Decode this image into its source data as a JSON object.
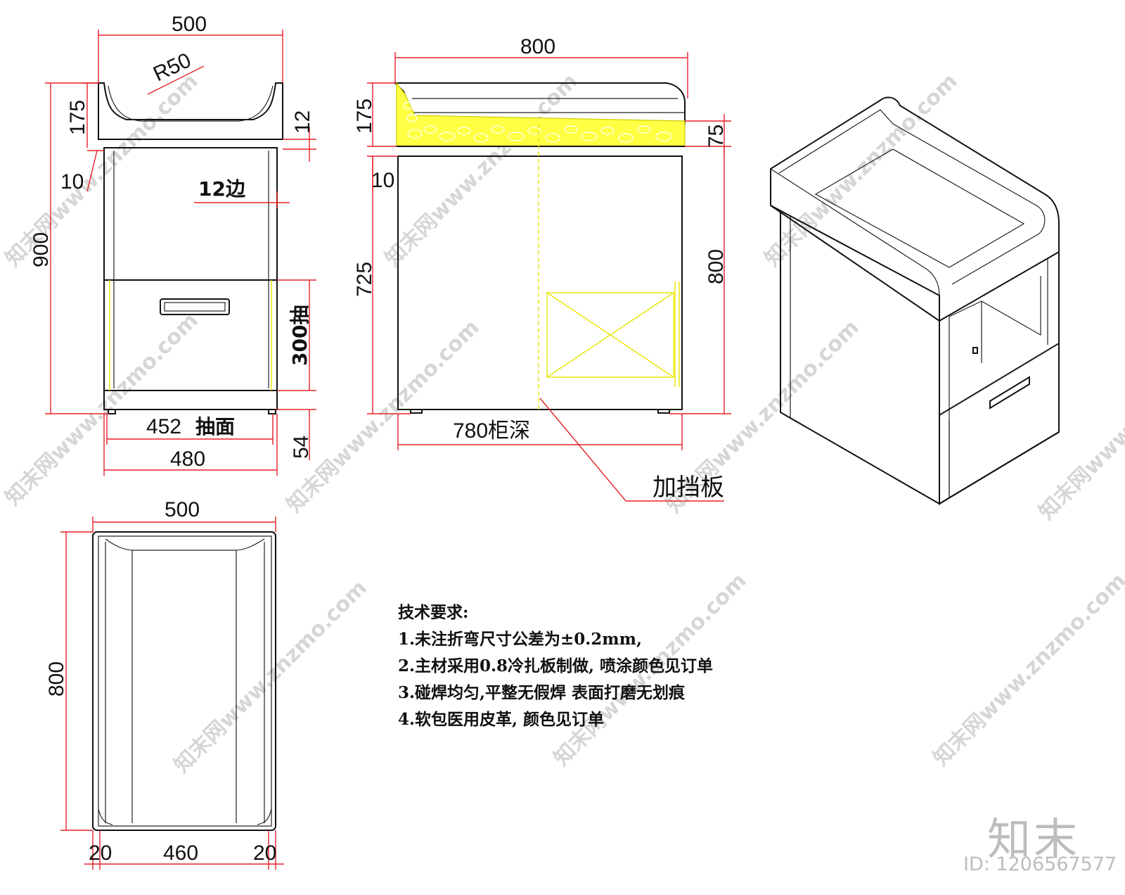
{
  "front_view": {
    "width_top": "500",
    "radius": "R50",
    "height_top": "175",
    "gap_12": "12",
    "gap_10": "10",
    "edge_12": "12边",
    "height_total": "900",
    "drawer_height": "300抽",
    "drawer_face": "452",
    "drawer_face_label": "抽面",
    "foot_height": "54",
    "width_bottom": "480"
  },
  "side_view": {
    "width_top": "800",
    "height_top": "175",
    "cushion_height": "75",
    "gap_10": "10",
    "height_725": "725",
    "height_800": "800",
    "depth": "780柜深",
    "baffle_label": "加挡板"
  },
  "top_view": {
    "width": "500",
    "depth": "800",
    "left_margin": "20",
    "inner_width": "460",
    "right_margin": "20"
  },
  "notes": {
    "title": "技术要求:",
    "items": [
      "1.未注折弯尺寸公差为±0.2mm,",
      "2.主材采用0.8冷扎板制做, 喷涂颜色见订单",
      "3.碰焊均匀,平整无假焊 表面打磨无划痕",
      "4.软包医用皮革, 颜色见订单"
    ]
  },
  "watermark": {
    "text": "知末网www.znzmo.com",
    "brand": "知末",
    "id": "ID: 1206567577"
  }
}
